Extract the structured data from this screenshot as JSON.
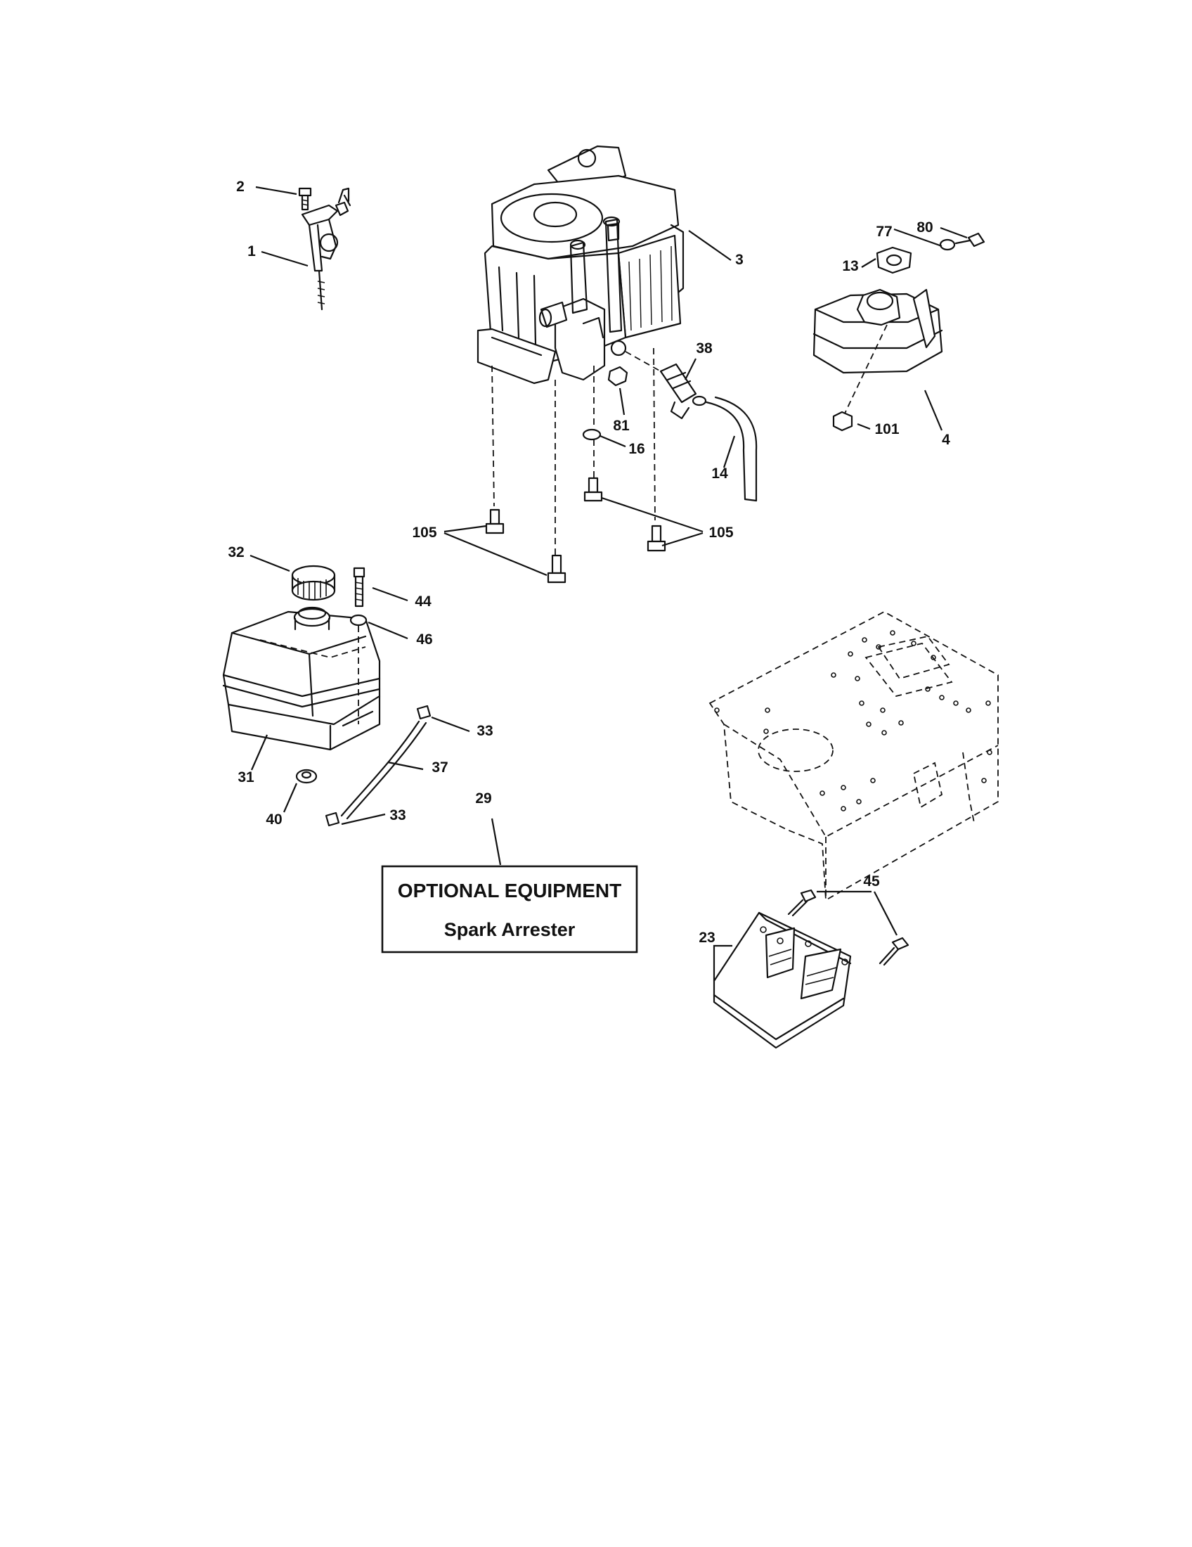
{
  "callouts": {
    "c1": "1",
    "c2": "2",
    "c3": "3",
    "c4": "4",
    "c13": "13",
    "c14": "14",
    "c16": "16",
    "c23": "23",
    "c29": "29",
    "c31": "31",
    "c32": "32",
    "c33a": "33",
    "c33b": "33",
    "c37": "37",
    "c38": "38",
    "c40": "40",
    "c44": "44",
    "c45": "45",
    "c46": "46",
    "c77": "77",
    "c80": "80",
    "c81": "81",
    "c101": "101",
    "c105a": "105",
    "c105b": "105"
  },
  "optional_box": {
    "title": "OPTIONAL EQUIPMENT",
    "subtitle": "Spark Arrester"
  }
}
